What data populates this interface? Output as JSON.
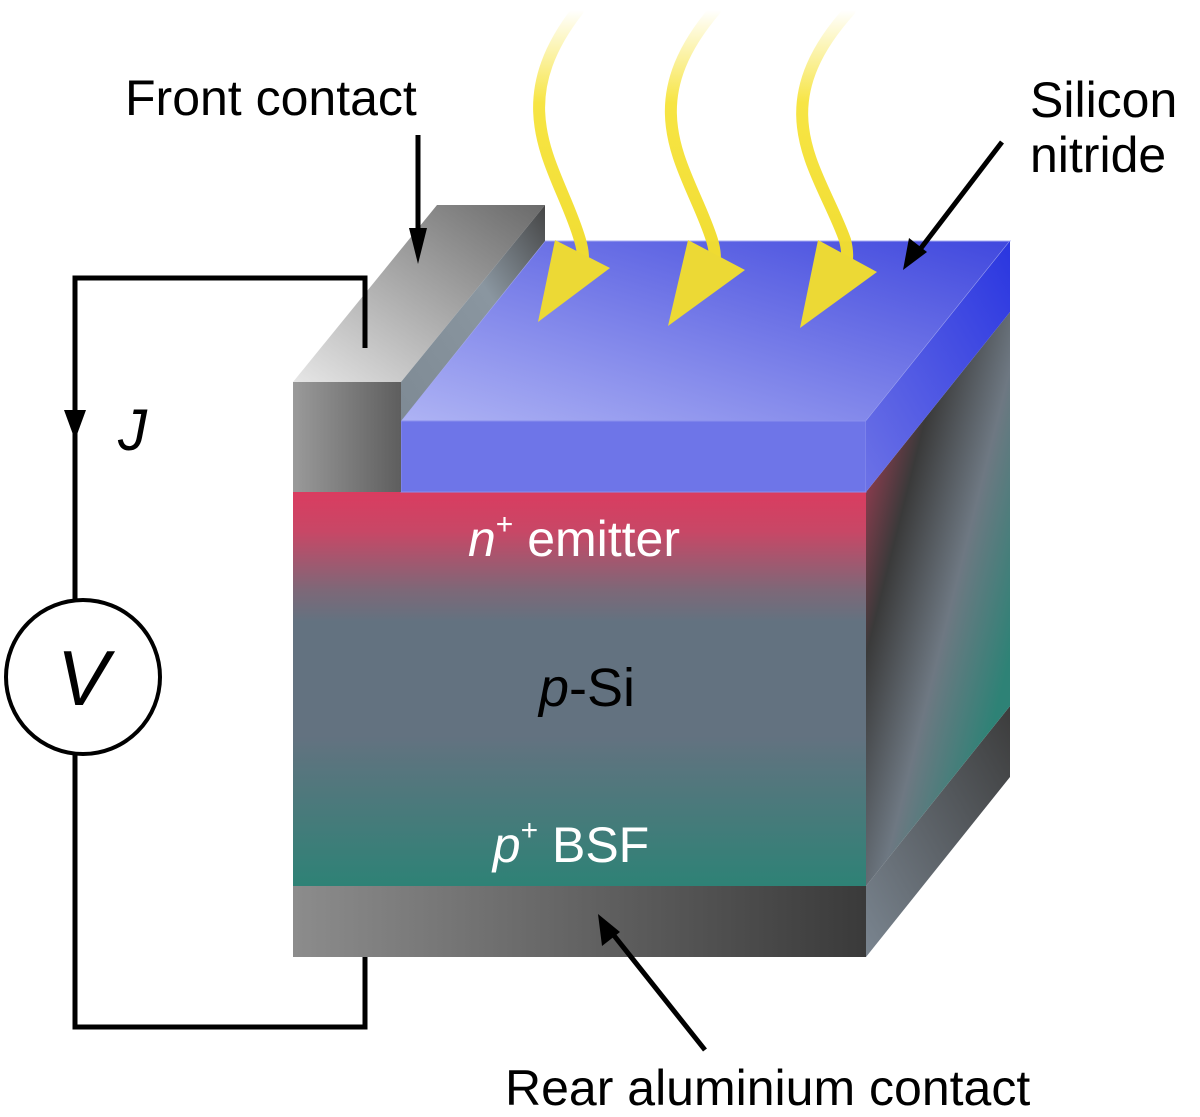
{
  "labels": {
    "front_contact": "Front contact",
    "silicon_nitride_line1": "Silicon",
    "silicon_nitride_line2": "nitride",
    "rear_contact": "Rear aluminium contact",
    "emitter_italic": "n",
    "emitter_sup": "+",
    "emitter_text": " emitter",
    "psi_italic": "p",
    "psi_text": "-Si",
    "bsf_italic": "p",
    "bsf_sup": "+",
    "bsf_text": " BSF",
    "current": "J",
    "voltage": "V"
  },
  "colors": {
    "silicon_nitride": "#6e75e8",
    "emitter": "#d83d60",
    "p_si": "#637280",
    "bsf": "#2f8277",
    "contact_metal": "#7a7a7a",
    "light": "#f0dc30"
  }
}
